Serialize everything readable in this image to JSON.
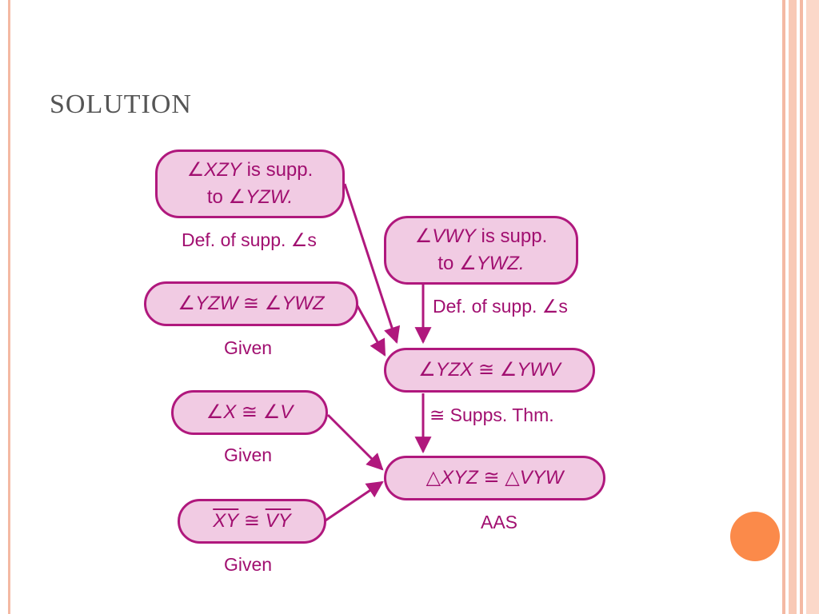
{
  "slide": {
    "title": "SOLUTION"
  },
  "colors": {
    "accent": "#b0187d",
    "node_fill": "#f1cbe3",
    "text": "#a10f70",
    "dot": "#fb8a4a",
    "frame": "#f4b9a3"
  },
  "nodes": {
    "xzy_supp": {
      "line1_angle": "∠",
      "line1_var": "XZY",
      "line1_text": " is supp.",
      "line2_text": "to ∠",
      "line2_var": "YZW",
      "line2_end": "."
    },
    "yzw_ywz": {
      "a1": "∠",
      "v1": "YZW",
      "op": " ≅ ",
      "a2": "∠",
      "v2": "YWZ"
    },
    "x_v": {
      "a1": "∠",
      "v1": "X",
      "op": " ≅ ",
      "a2": "∠",
      "v2": "V"
    },
    "xy_vy": {
      "v1": "XY",
      "op": " ≅ ",
      "v2": "VY"
    },
    "vwy_supp": {
      "line1_angle": "∠",
      "line1_var": "VWY",
      "line1_text": " is supp.",
      "line2_text": "to ∠",
      "line2_var": "YWZ",
      "line2_end": "."
    },
    "yzx_ywv": {
      "a1": "∠",
      "v1": "YZX",
      "op": " ≅ ",
      "a2": "∠",
      "v2": "YWV"
    },
    "tri": {
      "a1": "△",
      "v1": "XYZ",
      "op": " ≅ ",
      "a2": "△",
      "v2": "VYW"
    }
  },
  "reasons": {
    "def_supp_left": "Def. of supp. ∠s",
    "given_1": "Given",
    "given_2": "Given",
    "given_3": "Given",
    "def_supp_right": "Def. of supp. ∠s",
    "supps_thm": "≅ Supps. Thm.",
    "aas": "AAS"
  }
}
